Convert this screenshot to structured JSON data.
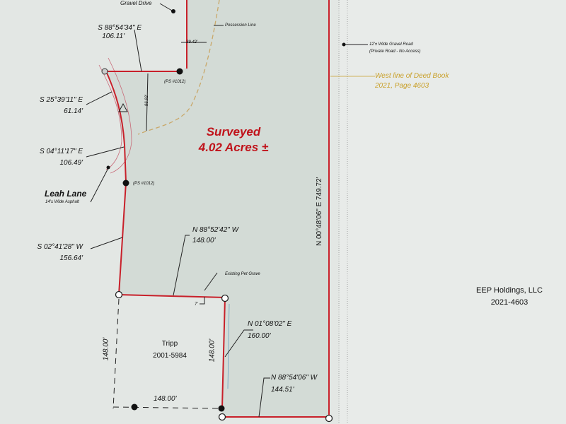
{
  "plat": {
    "surveyed_title": "Surveyed",
    "surveyed_area": "4.02 Acres ±",
    "top_label": "Gravel Drive",
    "possession_line": "Possession Line",
    "dim_39": "39.42'",
    "dim_86": "86.92'",
    "road_label": "12'± Wide Gravel Road",
    "road_note": "(Private Road - No Access)",
    "deed_line_1": "West line of Deed Book",
    "deed_line_2": "2021, Page 4603",
    "ps_1": "(PS #1012)",
    "ps_2": "(PS #1012)",
    "leah_lane": "Leah Lane",
    "leah_lane_note": "14'± Wide Asphalt",
    "east_line": "N 00°48'06\" E  749.72'",
    "neighbor_name": "EEP Holdings, LLC",
    "neighbor_deed": "2021-4603",
    "pet_grave": "Existing Pet Grave",
    "grave_offset": "7'",
    "tripp_name": "Tripp",
    "tripp_deed": "2001-5984",
    "tripp_left": "148.00'",
    "tripp_right": "148.00'",
    "tripp_bottom": "148.00'",
    "calls": [
      {
        "bearing": "S 88°54'34\" E",
        "distance": "106.11'"
      },
      {
        "bearing": "S 25°39'11\" E",
        "distance": "61.14'"
      },
      {
        "bearing": "S 04°11'17\" E",
        "distance": "106.49'"
      },
      {
        "bearing": "S 02°41'28\" W",
        "distance": "156.64'"
      },
      {
        "bearing": "N 88°52'42\" W",
        "distance": "148.00'"
      },
      {
        "bearing": "N 01°08'02\" E",
        "distance": "160.00'"
      },
      {
        "bearing": "N 88°54'06\" W",
        "distance": "144.51'"
      }
    ],
    "colors": {
      "boundary": "#c8202a",
      "parcel": "#d3dbd6",
      "possession": "#c9a86a",
      "deed": "#c9a02a"
    }
  }
}
